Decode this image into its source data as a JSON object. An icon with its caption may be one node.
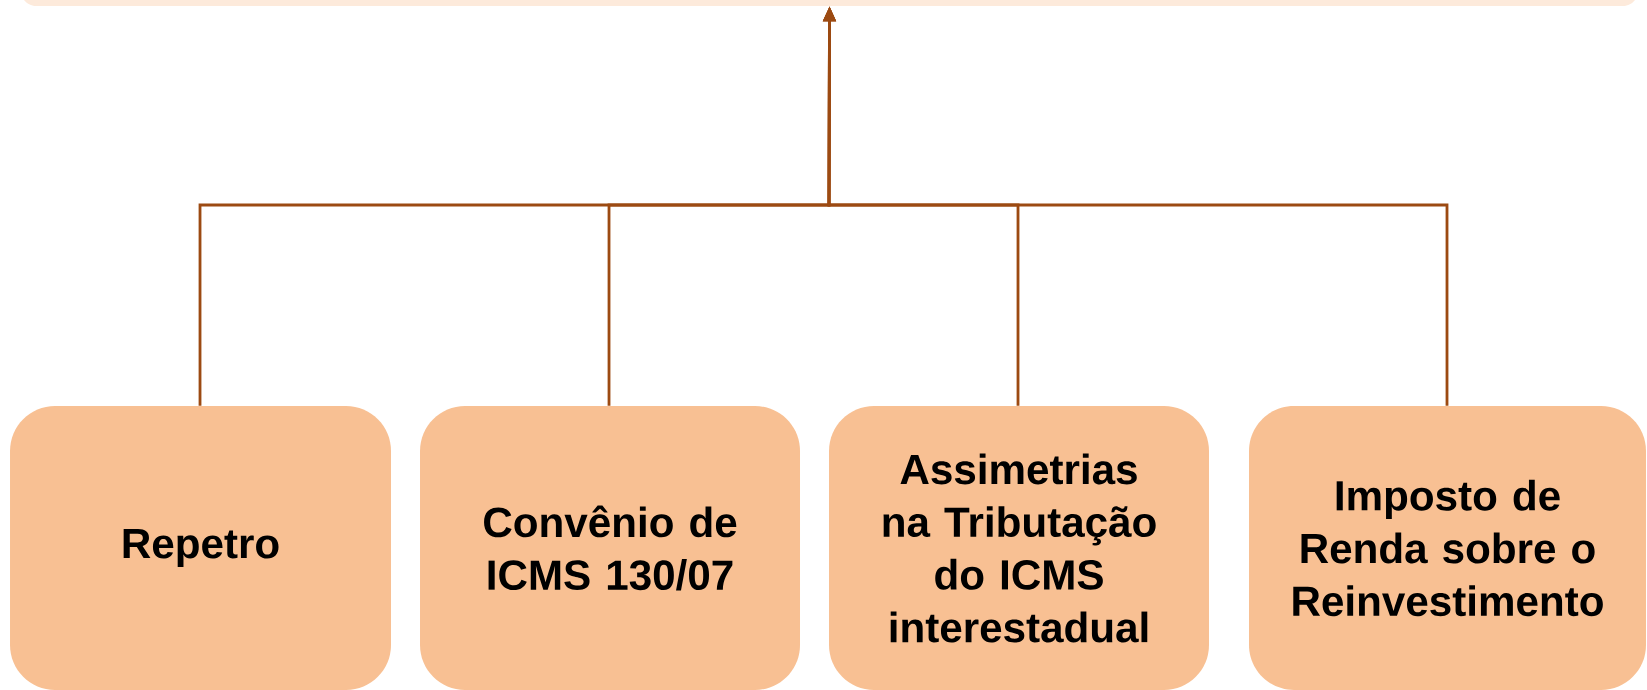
{
  "diagram": {
    "nodes": [
      {
        "text": [],
        "shape": "box"
      },
      {
        "text": [
          "Repetro"
        ]
      },
      {
        "text": [
          "Convênio de ICMS 130/07"
        ]
      },
      {
        "text": [
          "Assimetrias na Tributação do ICMS interestadual"
        ]
      },
      {
        "text": [
          "Imposto de Renda sobre o Reinvestimento"
        ]
      }
    ],
    "edges": [
      {
        "from": 1,
        "to": 0,
        "arrow": "to"
      },
      {
        "from": 2,
        "to": 0,
        "arrow": "to"
      },
      {
        "from": 3,
        "to": 0,
        "arrow": "to"
      },
      {
        "from": 4,
        "to": 0,
        "arrow": "to"
      }
    ]
  }
}
